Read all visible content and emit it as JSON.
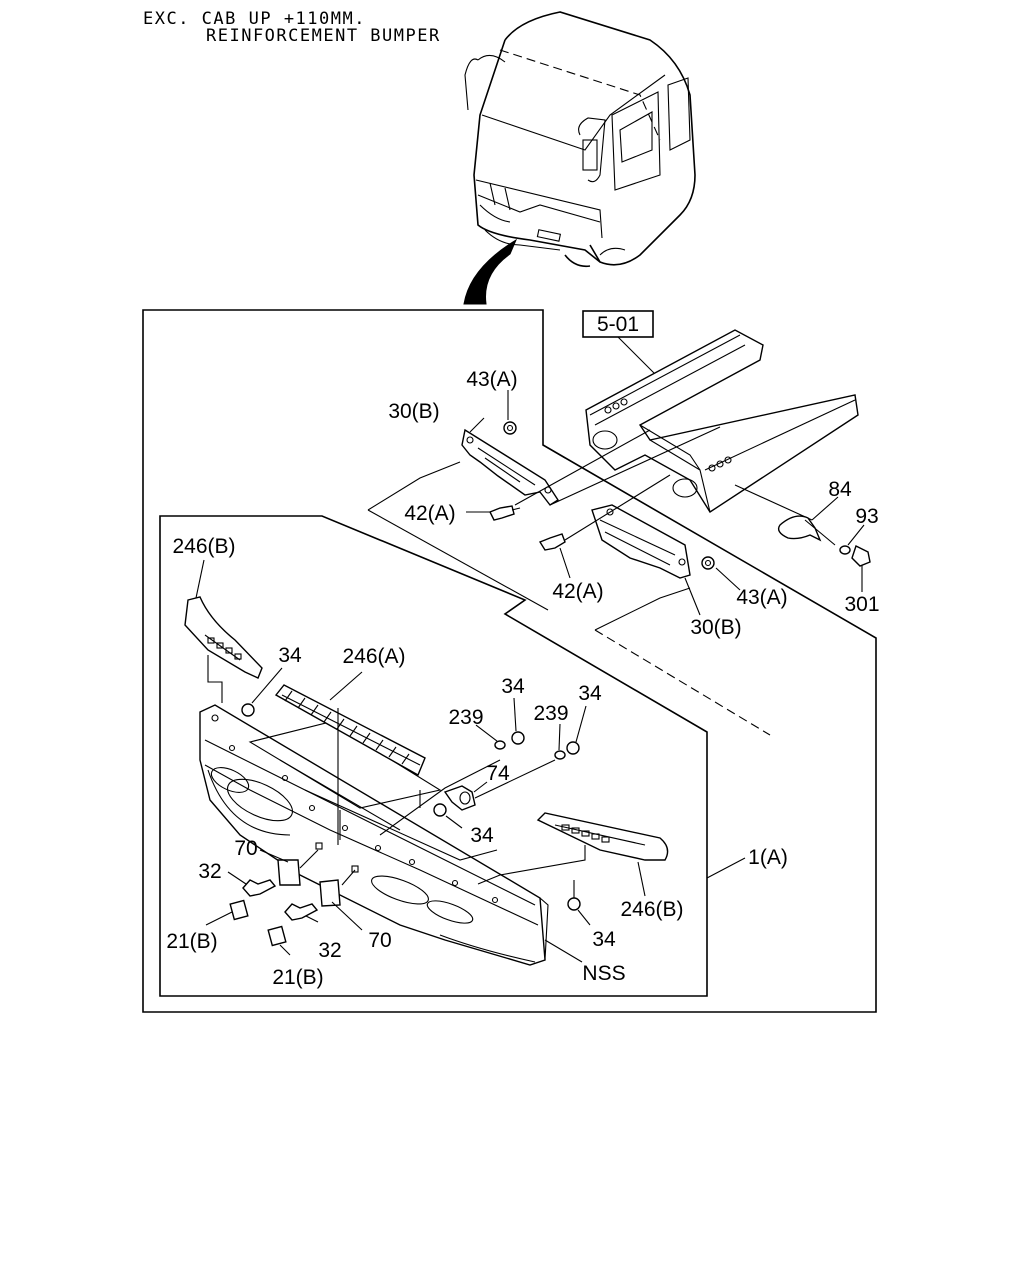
{
  "header": {
    "line1": "EXC. CAB UP +110MM.",
    "line2": "REINFORCEMENT BUMPER"
  },
  "ref_box": "5-01",
  "labels": {
    "l_43a_top": "43(A)",
    "l_30b_top": "30(B)",
    "l_42a_top": "42(A)",
    "l_42a_mid": "42(A)",
    "l_43a_right": "43(A)",
    "l_30b_right": "30(B)",
    "l_84": "84",
    "l_93": "93",
    "l_301": "301",
    "l_246b_left": "246(B)",
    "l_34_a": "34",
    "l_246a": "246(A)",
    "l_34_b": "34",
    "l_34_c": "34",
    "l_239_a": "239",
    "l_239_b": "239",
    "l_74": "74",
    "l_34_d": "34",
    "l_1a": "1(A)",
    "l_70_a": "70",
    "l_32_a": "32",
    "l_21b_a": "21(B)",
    "l_32_b": "32",
    "l_70_b": "70",
    "l_21b_b": "21(B)",
    "l_246b_right": "246(B)",
    "l_34_e": "34",
    "l_nss": "NSS"
  }
}
